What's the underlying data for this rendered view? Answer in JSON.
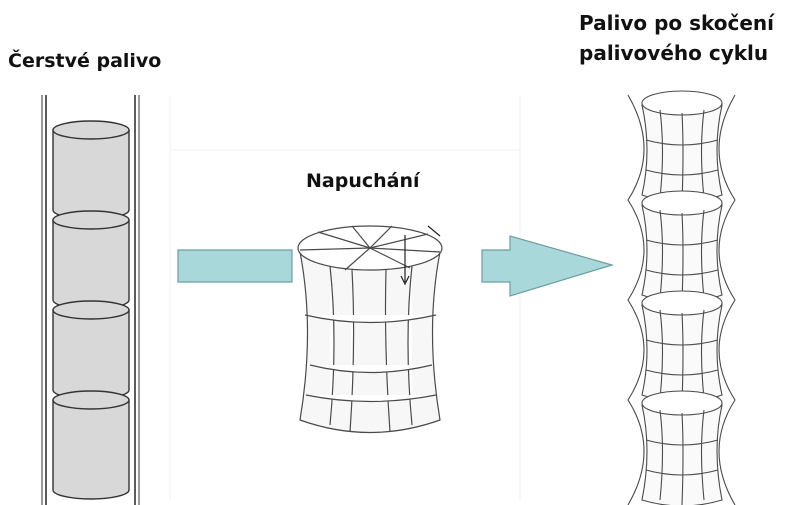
{
  "labels": {
    "fresh_fuel": "Čerstvé palivo",
    "swelling": "Napuchání",
    "end_of_cycle_line1": "Palivo po skočení",
    "end_of_cycle_line2": "palivového cyklu"
  },
  "colors": {
    "arrow_fill": "#a9d8da",
    "arrow_stroke": "#6c9ea0",
    "pellet_fill": "#d8d8d8",
    "pellet_stroke": "#333333",
    "drawing_stroke": "#4a4a4a"
  },
  "icons": {
    "arrow_1": "arrow-right-icon",
    "arrow_2": "arrow-right-icon"
  }
}
